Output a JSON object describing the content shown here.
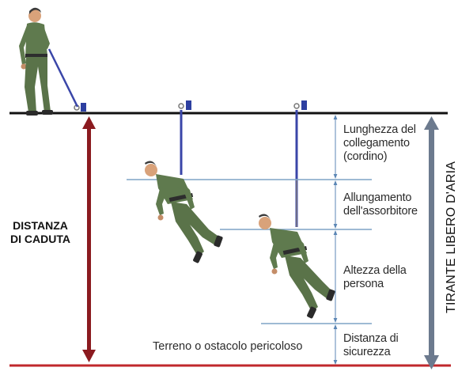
{
  "labels": {
    "fall_distance": "DISTANZA DI CADUTA",
    "fall_distance_line1": "DISTANZA",
    "fall_distance_line2": "DI CADUTA",
    "air_clearance": "TIRANTE LIBERO D'ARIA",
    "ground": "Terreno o ostacolo pericoloso"
  },
  "segments": [
    {
      "lines": [
        "Lunghezza del",
        "collegamento",
        "(cordino)"
      ]
    },
    {
      "lines": [
        "Allungamento",
        "dell'assorbitore"
      ]
    },
    {
      "lines": [
        "Altezza della",
        "persona"
      ]
    },
    {
      "lines": [
        "Distanza di",
        "sicurezza"
      ]
    }
  ],
  "colors": {
    "red_arrow": "#8b1a1f",
    "grey_arrow": "#6c7a8e",
    "ground_line": "#c0282c",
    "anchor": "#2d3fa0",
    "lanyard": "#3a46a8",
    "uniform": "#5f7a4e"
  },
  "icons": [
    "worker-standing",
    "worker-suspended-1",
    "worker-suspended-2",
    "anchor-point"
  ]
}
